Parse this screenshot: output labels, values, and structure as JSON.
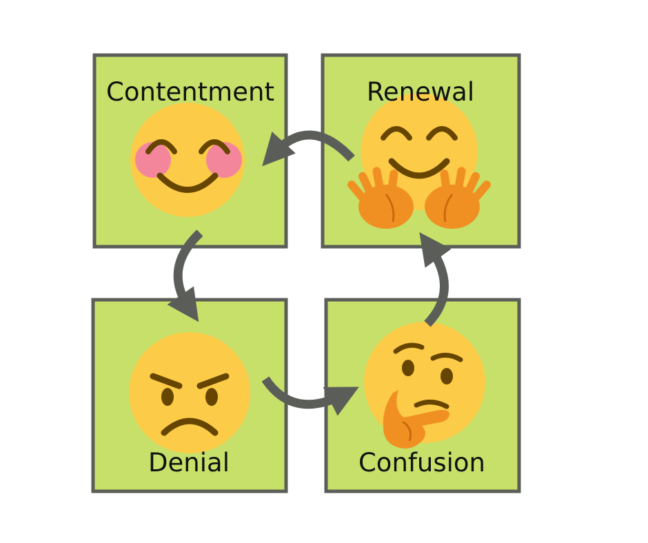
{
  "diagram": {
    "stages": [
      {
        "key": "contentment",
        "label": "Contentment",
        "icon": "smiling-face-with-blush-icon"
      },
      {
        "key": "renewal",
        "label": "Renewal",
        "icon": "hugging-face-icon"
      },
      {
        "key": "denial",
        "label": "Denial",
        "icon": "angry-face-icon"
      },
      {
        "key": "confusion",
        "label": "Confusion",
        "icon": "thinking-face-icon"
      }
    ],
    "colors": {
      "panel_fill": "#c6e06a",
      "panel_border": "#5b5e58",
      "arrow": "#5b5e58",
      "face": "#fccb48",
      "feature": "#664500",
      "blush": "#f4869c",
      "hand": "#f19022"
    }
  }
}
